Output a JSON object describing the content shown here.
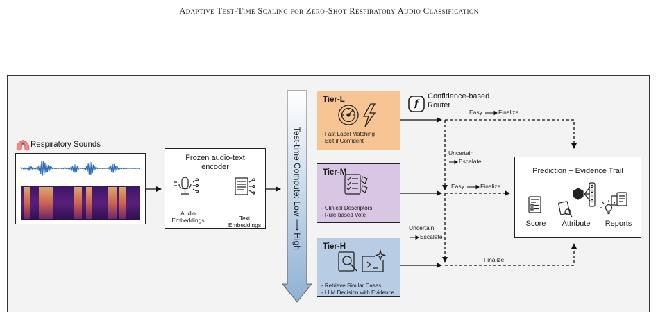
{
  "paper_title": "Adaptive Test-Time Scaling for Zero-Shot Respiratory Audio Classification",
  "input": {
    "label": "Respiratory Sounds"
  },
  "encoder": {
    "title_line1": "Frozen audio-text",
    "title_line2": "encoder",
    "audio_line1": "Audio",
    "audio_line2": "Embeddings",
    "text_line1": "Text",
    "text_line2": "Embeddings"
  },
  "compute_arrow": {
    "label": "Test-time Compute:  Low ⟶ High"
  },
  "router": {
    "line1": "Confidence-based",
    "line2": "Router",
    "symbol": "f"
  },
  "tiers": {
    "L": {
      "title": "Tier-L",
      "desc1": "- Fast Label Matching",
      "desc2": "- Exit if Confident",
      "color": "#f7c594"
    },
    "M": {
      "title": "Tier-M",
      "desc1": "- Clinical Descriptors",
      "desc2": "- Rule-based Vote",
      "color": "#d9c5e4"
    },
    "H": {
      "title": "Tier-H",
      "desc1": "- Retrieve Similar Cases",
      "desc2": "- LLM Decision with Evidence",
      "color": "#b8cde3"
    }
  },
  "edges": {
    "easy_l": {
      "part1": "Easy",
      "part2": "Finalize"
    },
    "easy_m": {
      "part1": "Easy",
      "part2": "Finalize"
    },
    "uncertain_l": {
      "line1": "Uncertain",
      "line2": "Escalate"
    },
    "uncertain_m": {
      "line1": "Uncertain",
      "line2": "Escalate"
    },
    "finalize_h": {
      "label": "Finalize"
    }
  },
  "output": {
    "title": "Prediction + Evidence Trail",
    "items": [
      "Score",
      "Attribute",
      "Reports"
    ]
  },
  "icon_names": [
    "lungs-icon",
    "waveform-icon",
    "spectrogram-icon",
    "microphone-icon",
    "document-icon",
    "gauge-icon",
    "lightning-icon",
    "checklist-icon",
    "search-document-icon",
    "terminal-sparkle-icon",
    "router-function-icon",
    "score-sheet-icon",
    "attribute-graph-icon",
    "reports-icon"
  ]
}
